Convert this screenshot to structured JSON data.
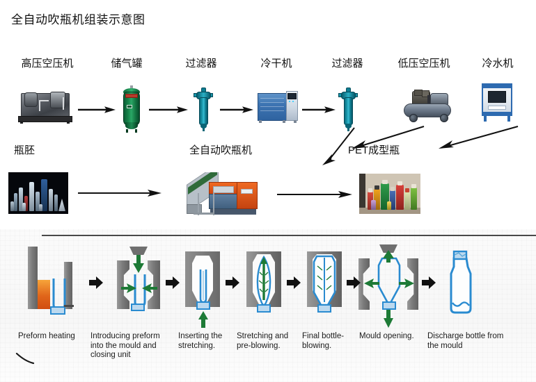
{
  "title": "全自动吹瓶机组装示意图",
  "row1": {
    "labels": [
      {
        "text": "高压空压机",
        "icon": "high-pressure-air-compressor"
      },
      {
        "text": "储气罐",
        "icon": "air-storage-tank"
      },
      {
        "text": "过滤器",
        "icon": "air-filter"
      },
      {
        "text": "冷干机",
        "icon": "refrigerated-air-dryer"
      },
      {
        "text": "过滤器",
        "icon": "air-filter"
      },
      {
        "text": "低压空压机",
        "icon": "low-pressure-air-compressor"
      },
      {
        "text": "冷水机",
        "icon": "water-chiller"
      }
    ]
  },
  "row2": {
    "preform_label": "瓶胚",
    "machine_label": "全自动吹瓶机",
    "bottle_label": "PET成型瓶"
  },
  "process": {
    "steps": [
      {
        "caption": "Preform heating"
      },
      {
        "caption": "Introducing preform into the mould and closing unit"
      },
      {
        "caption": "Inserting the stretching."
      },
      {
        "caption": "Stretching and pre-blowing."
      },
      {
        "caption": "Final bottle-blowing."
      },
      {
        "caption": "Mould opening."
      },
      {
        "caption": "Discharge bottle from the mould"
      }
    ]
  },
  "colors": {
    "tank_green": "#17844b",
    "filter_cyan": "#1996ab",
    "dryer_blue": "#3d74b2",
    "chiller_blue": "#2d6ab0",
    "machine_orange": "#e25518",
    "process_blue": "#2a8bd0",
    "process_green": "#1d7a36",
    "heater_orange": "#e8761c",
    "mould_gray": "#7b7b7b"
  }
}
